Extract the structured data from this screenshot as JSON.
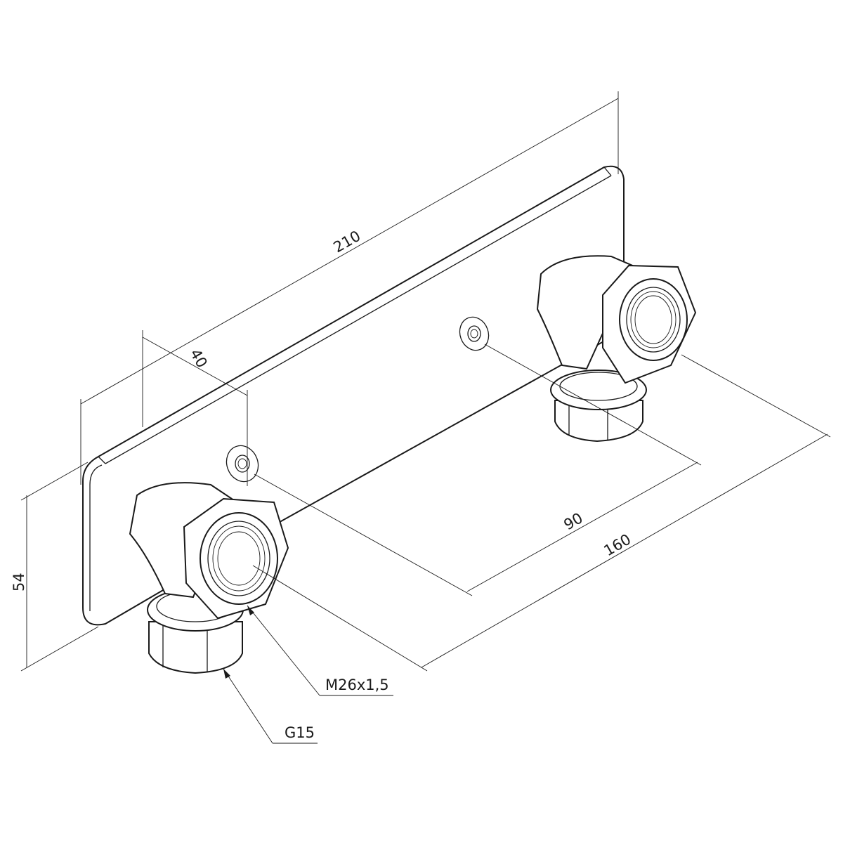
{
  "drawing": {
    "dimensions": {
      "length": "210",
      "offset": "40",
      "height": "54",
      "hole_spacing": "90",
      "outlet_spacing": "160"
    },
    "callouts": {
      "thread": "M26x1,5",
      "connection": "G15"
    },
    "line_color": "#1a1a1a"
  }
}
